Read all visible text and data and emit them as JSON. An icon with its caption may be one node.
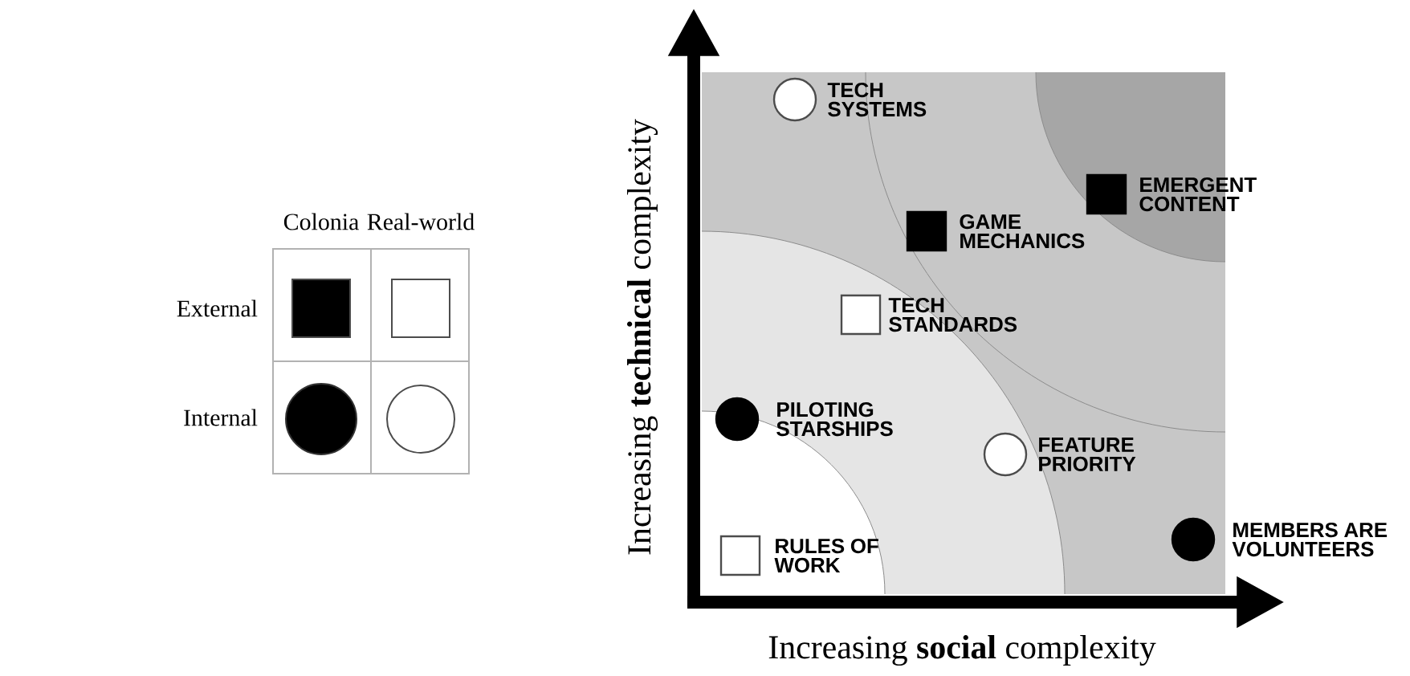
{
  "diagram": {
    "nodes": [
      {
        "text": [
          "TECH SYSTEMS"
        ]
      },
      {
        "text": [
          "EMERGENT CONTENT"
        ]
      },
      {
        "text": [
          "GAME MECHANICS"
        ]
      },
      {
        "text": [
          "TECH STANDARDS"
        ]
      },
      {
        "text": [
          "PILOTING STARSHIPS"
        ]
      },
      {
        "text": [
          "FEATURE PRIORITY"
        ]
      },
      {
        "text": [
          "MEMBERS ARE VOLUNTEERS"
        ]
      },
      {
        "text": [
          "RULES OF WORK"
        ]
      }
    ],
    "labels": [
      "Colonia",
      "Real-world",
      "External",
      "Internal",
      "Increasing **technical** complexity",
      "Increasing **social** complexity"
    ]
  }
}
